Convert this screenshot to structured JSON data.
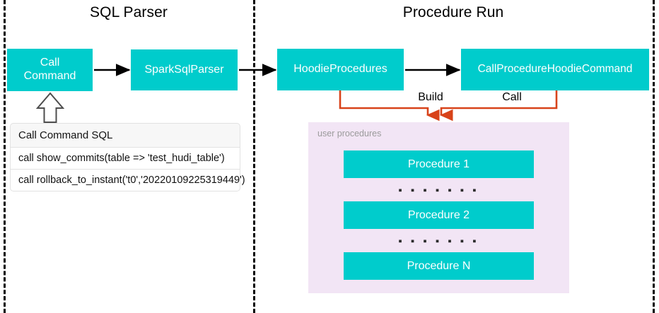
{
  "sections": [
    {
      "title": "SQL Parser"
    },
    {
      "title": "Procedure Run"
    }
  ],
  "nodes": {
    "call_command": {
      "line1": "Call",
      "line2": "Command"
    },
    "spark_sql_parser": {
      "label": "SparkSqlParser"
    },
    "hoodie_procedures": {
      "label": "HoodieProcedures"
    },
    "call_procedure_hoodie_command": {
      "label": "CallProcedureHoodieCommand"
    }
  },
  "edge_labels": {
    "build": "Build",
    "call": "Call"
  },
  "sql_table": {
    "header": "Call Command SQL",
    "rows": [
      "call show_commits(table => 'test_hudi_table')",
      "call rollback_to_instant('t0','20220109225319449')"
    ]
  },
  "procedures_panel": {
    "label": "user procedures",
    "items": [
      {
        "label": "Procedure 1"
      },
      {
        "label": "Procedure 2"
      },
      {
        "label": "Procedure N"
      }
    ],
    "separators": [
      {
        "text": "▪ ▪ ▪ ▪ ▪ ▪ ▪"
      },
      {
        "text": "▪ ▪ ▪ ▪ ▪ ▪ ▪"
      }
    ]
  },
  "icons": {
    "flow_arrow": "arrow-right-icon",
    "hollow_up_arrow": "hollow-arrow-up-icon",
    "build_arrow": "arrow-down-icon",
    "call_arrow": "arrow-down-icon"
  },
  "colors": {
    "node_fill": "#00CCCC",
    "node_text": "#FFFFFF",
    "panel_fill": "#F2E5F5",
    "panel_label": "#9B9B9B",
    "edge_black": "#000000",
    "edge_orange": "#D8431A",
    "divider": "#000000",
    "table_header_fill": "#F7F7F7",
    "table_border": "#E2E2E2"
  }
}
